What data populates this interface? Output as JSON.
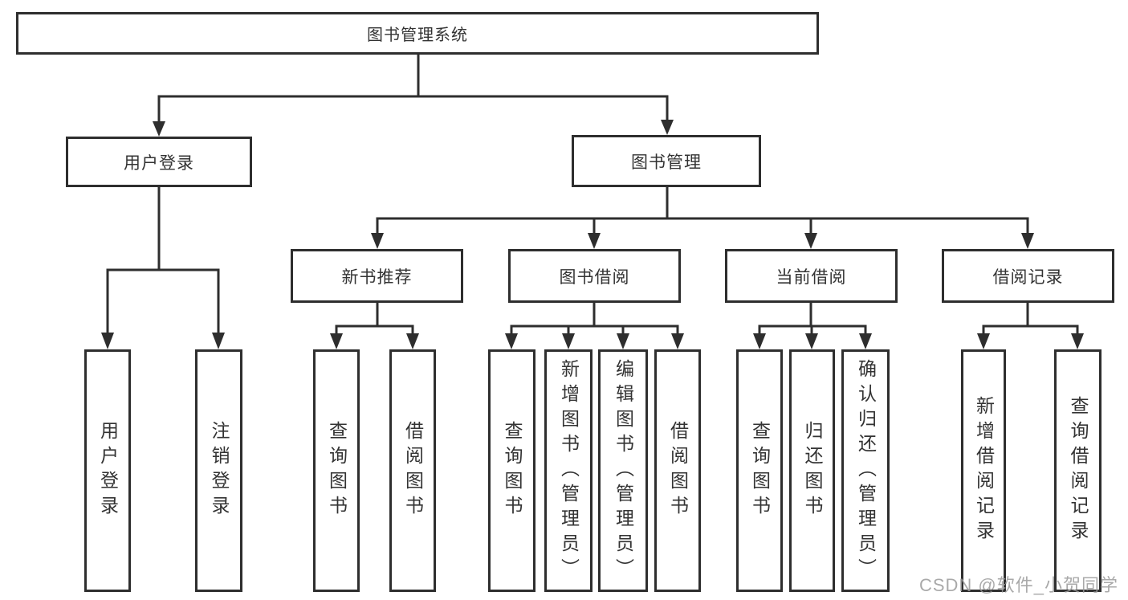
{
  "diagram": {
    "type": "hierarchy-tree",
    "tree": {
      "title": "图书管理系统",
      "children": [
        {
          "label": "用户登录",
          "children": [
            {
              "label": "用户登录"
            },
            {
              "label": "注销登录"
            }
          ]
        },
        {
          "label": "图书管理",
          "children": [
            {
              "label": "新书推荐",
              "children": [
                {
                  "label": "查询图书"
                },
                {
                  "label": "借阅图书"
                }
              ]
            },
            {
              "label": "图书借阅",
              "children": [
                {
                  "label": "查询图书"
                },
                {
                  "label": "新增图书（管理员）"
                },
                {
                  "label": "编辑图书（管理员）"
                },
                {
                  "label": "借阅图书"
                }
              ]
            },
            {
              "label": "当前借阅",
              "children": [
                {
                  "label": "查询图书"
                },
                {
                  "label": "归还图书"
                },
                {
                  "label": "确认归还（管理员）"
                }
              ]
            },
            {
              "label": "借阅记录",
              "children": [
                {
                  "label": "新增借阅记录"
                },
                {
                  "label": "查询借阅记录"
                }
              ]
            }
          ]
        }
      ]
    },
    "colors": {
      "line": "#2e2e2e",
      "text": "#333333",
      "background": "#ffffff",
      "watermark": "#9b9b9b"
    }
  },
  "watermark": {
    "text": "CSDN @软件_小贺同学"
  }
}
